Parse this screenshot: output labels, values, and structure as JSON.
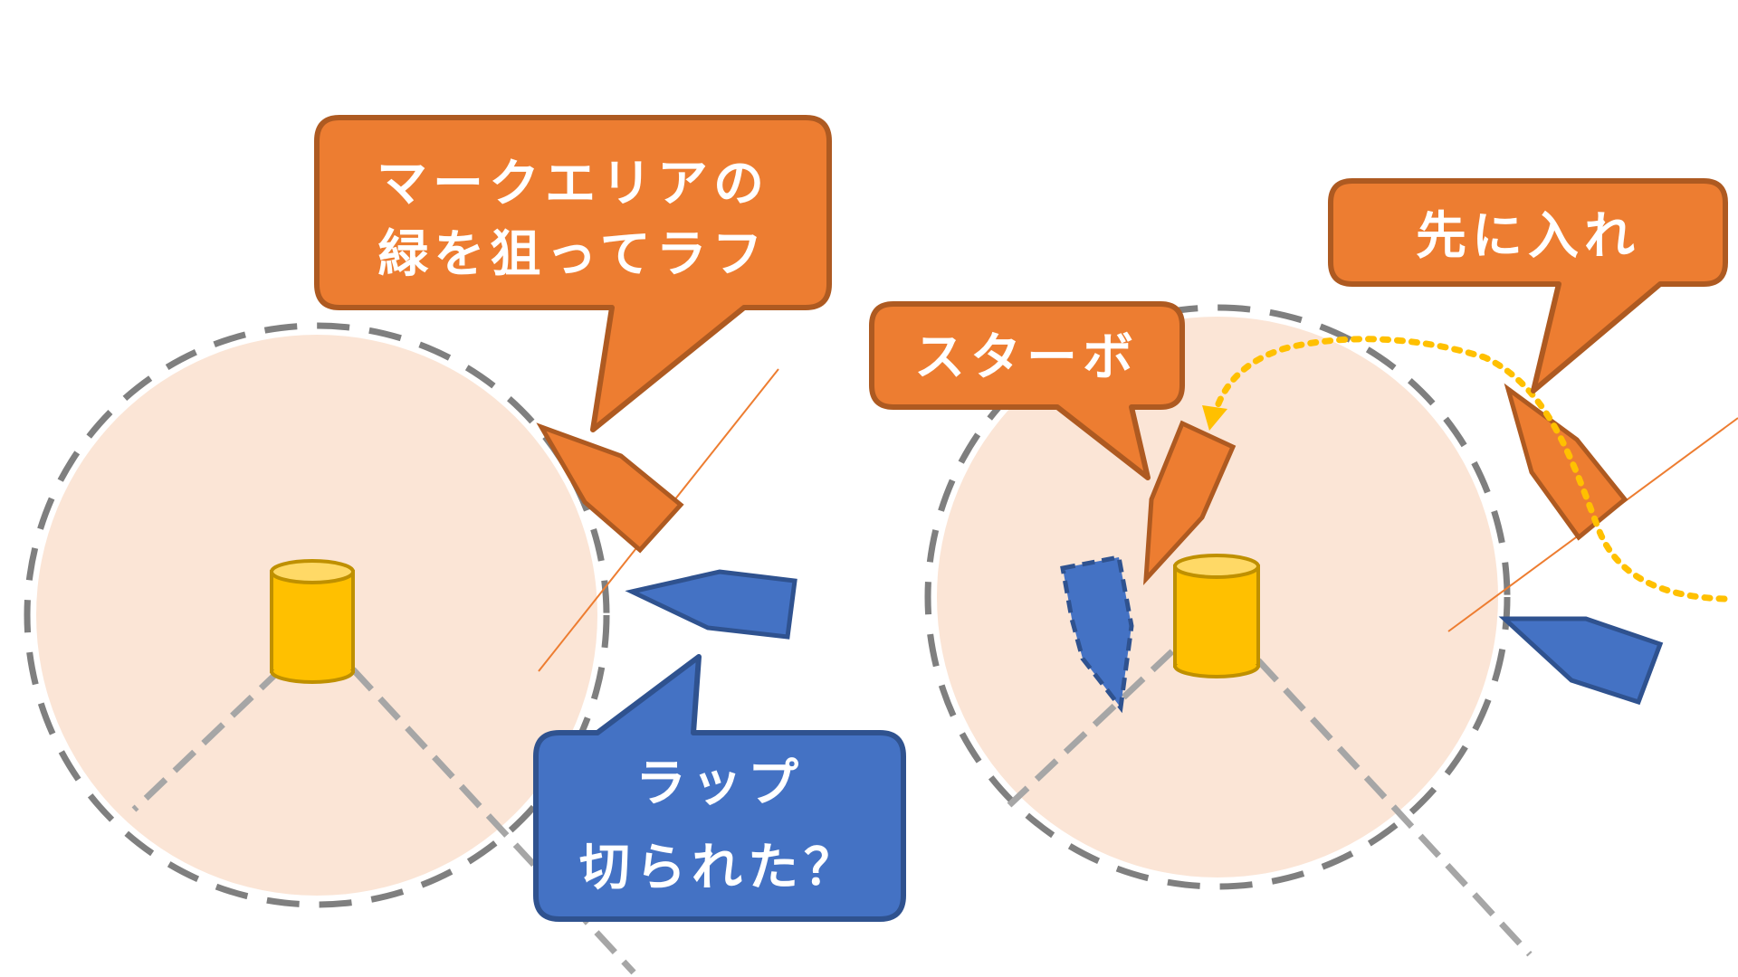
{
  "diagram": {
    "title": "Mark rounding situations",
    "colors": {
      "zone_fill": "#fbe5d6",
      "zone_border": "#7f7f7f",
      "mark_fill": "#ffc000",
      "mark_border": "#bf9000",
      "orange_boat": "#ed7d31",
      "orange_border": "#ae5a21",
      "blue_boat": "#4472c4",
      "blue_border": "#2f528f",
      "laylines": "#a6a6a6",
      "course_arrow": "#ffc000"
    },
    "callouts": {
      "left_orange": {
        "line1": "マークエリアの",
        "line2": "緑を狙ってラフ"
      },
      "left_blue": {
        "line1": "ラップ",
        "line2": "切られた？"
      },
      "right_orange_small": {
        "text": "スターボ"
      },
      "right_orange_top": {
        "text": "先に入れ"
      }
    }
  }
}
